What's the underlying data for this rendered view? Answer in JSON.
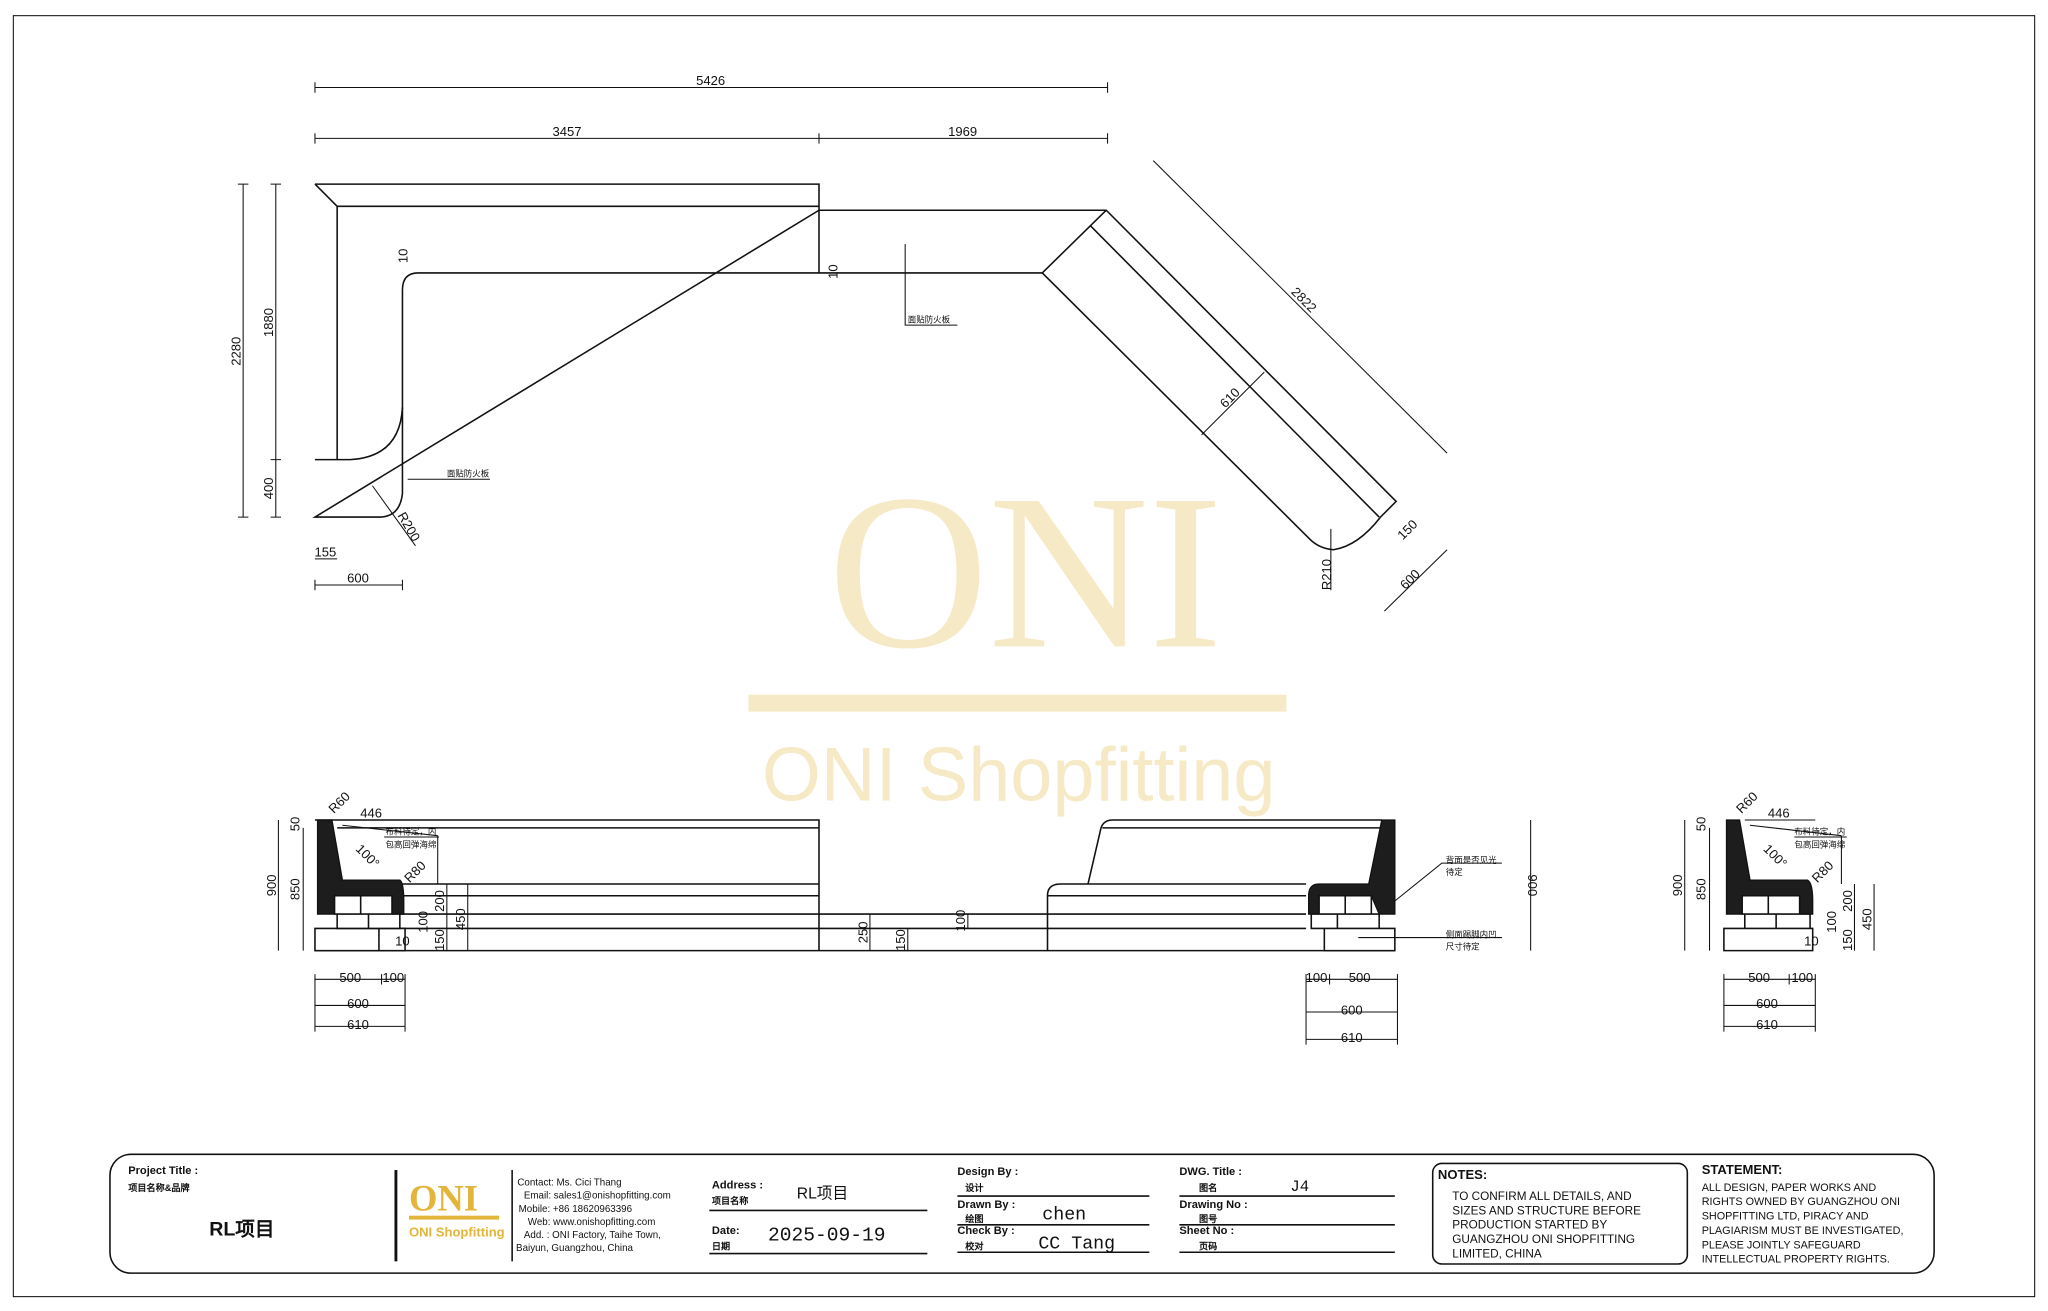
{
  "watermark": {
    "logo": "ONI",
    "tagline": "ONI Shopfitting",
    "color": "#f6e9c6"
  },
  "plan": {
    "dims": {
      "overall": "5426",
      "left_run": "3457",
      "right_run": "1969",
      "diag_run": "2822",
      "depth_total": "2280",
      "depth_upper": "1880",
      "depth_lower": "400",
      "back": "155",
      "seat_depth": "600",
      "diag_depth": "610",
      "diag_back": "150",
      "diag_seat": "600",
      "gap_left": "10",
      "gap_right": "10",
      "radius_left": "R200",
      "radius_right": "R210"
    },
    "notes": {
      "fireboard_left": "面贴防火板",
      "fireboard_right": "面贴防火板"
    }
  },
  "elevation": {
    "left": {
      "h_total": "900",
      "h_back": "850",
      "top": "50",
      "r_top": "R60",
      "back_top": "446",
      "angle": "100°",
      "r_seat": "R80",
      "seat": "200",
      "mid": "100",
      "base": "150",
      "seat_h": "450",
      "gap": "10",
      "w1": "500",
      "w2": "100",
      "w_600": "600",
      "w_610": "610",
      "fabric_note_1": "布料待定，内",
      "fabric_note_2": "包高回弹海绵"
    },
    "middle": {
      "d250": "250",
      "d150": "150",
      "d100": "100"
    },
    "right": {
      "h_total": "900",
      "w1": "100",
      "w2": "500",
      "w_600": "600",
      "w_610": "610",
      "back_note_1": "背面是否见光",
      "back_note_2": "待定",
      "kick_note_1": "侧面踢脚内凹",
      "kick_note_2": "尺寸待定"
    },
    "section": {
      "h_total": "900",
      "h_back": "850",
      "top": "50",
      "r_top": "R60",
      "back_top": "446",
      "angle": "100°",
      "r_seat": "R80",
      "seat": "200",
      "mid": "100",
      "base": "150",
      "seat_h": "450",
      "gap": "10",
      "w1": "500",
      "w2": "100",
      "w_600": "600",
      "w_610": "610",
      "fabric_note_1": "布料待定，内",
      "fabric_note_2": "包高回弹海绵"
    }
  },
  "title_block": {
    "project_title_label": "Project Title :",
    "project_title_cn": "项目名称&品牌",
    "project_title": "RL项目",
    "logo": {
      "text": "ONI",
      "tagline": "ONI Shopfitting",
      "color": "#e3b53a"
    },
    "contact": [
      "Contact:  Ms. Cici Thang",
      "Email: sales1@onishopfitting.com",
      "Mobile:  +86 18620963396",
      "Web: www.onishopfitting.com",
      "Add. :  ONI Factory, Taihe Town,",
      "Baiyun, Guangzhou, China"
    ],
    "address_label": "Address :",
    "address_cn": "项目名称",
    "address": "RL项目",
    "date_label": "Date:",
    "date_cn": "日期",
    "date": "2025-09-19",
    "design_by_label": "Design By :",
    "design_by_cn": "设计",
    "design_by": "",
    "drawn_by_label": "Drawn By :",
    "drawn_by_cn": "绘图",
    "drawn_by": "chen",
    "check_by_label": "Check By :",
    "check_by_cn": "校对",
    "check_by": "CC Tang",
    "dwg_title_label": "DWG. Title :",
    "dwg_title_cn": "图名",
    "dwg_title": "J4",
    "drawing_no_label": "Drawing No :",
    "drawing_no_cn": "图号",
    "sheet_no_label": "Sheet No :",
    "sheet_no_cn": "页码",
    "notes_title": "NOTES:",
    "notes": [
      "TO CONFIRM ALL DETAILS, AND",
      "SIZES AND STRUCTURE BEFORE",
      "PRODUCTION STARTED BY",
      "GUANGZHOU ONI SHOPFITTING",
      "LIMITED, CHINA"
    ],
    "statement_title": "STATEMENT:",
    "statement": [
      "ALL DESIGN, PAPER WORKS AND",
      "RIGHTS OWNED BY GUANGZHOU ONI",
      "SHOPFITTING LTD, PIRACY AND",
      "PLAGIARISM MUST BE INVESTIGATED,",
      "PLEASE JOINTLY SAFEGUARD",
      "INTELLECTUAL PROPERTY RIGHTS."
    ]
  }
}
